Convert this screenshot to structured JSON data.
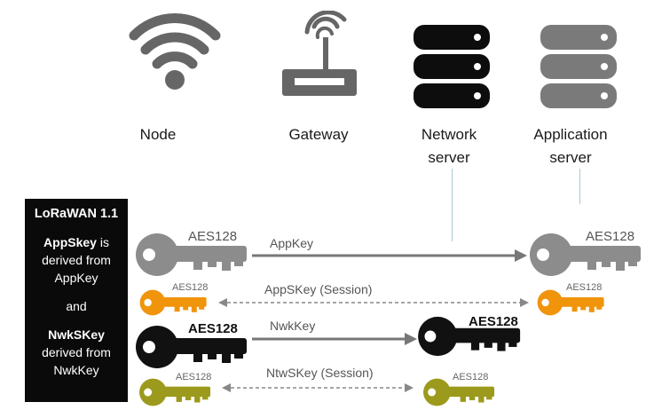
{
  "columns": {
    "node": "Node",
    "gateway": "Gateway",
    "network_server": [
      "Network",
      "server"
    ],
    "application_server": [
      "Application",
      "server"
    ]
  },
  "sidebar": {
    "title": "LoRaWAN 1.1",
    "appskey_term": "AppSkey",
    "appskey_rest": [
      "is",
      "derived from",
      "AppKey"
    ],
    "and": "and",
    "nwkskey_term": "NwkSKey",
    "nwkskey_rest": [
      "derived from",
      "NwkKey"
    ]
  },
  "rows": [
    {
      "key_label": "AES128",
      "arrow_label": "AppKey",
      "end_label": "AES128",
      "style": "solid",
      "color": "#8c8c8c"
    },
    {
      "key_label": "AES128",
      "arrow_label": "AppSKey (Session)",
      "end_label": "AES128",
      "style": "dashed",
      "color": "#f0940c"
    },
    {
      "key_label": "AES128",
      "arrow_label": "NwkKey",
      "end_label": "AES128",
      "style": "solid",
      "color": "#111111"
    },
    {
      "key_label": "AES128",
      "arrow_label": "NtwSKey (Session)",
      "end_label": "AES128",
      "style": "dashed",
      "color": "#9c9a1c"
    }
  ],
  "colors": {
    "icon": "#666666",
    "grey_key": "#8c8c8c",
    "orange_key": "#f0940c",
    "black_key": "#111111",
    "olive_key": "#9c9a1c"
  }
}
